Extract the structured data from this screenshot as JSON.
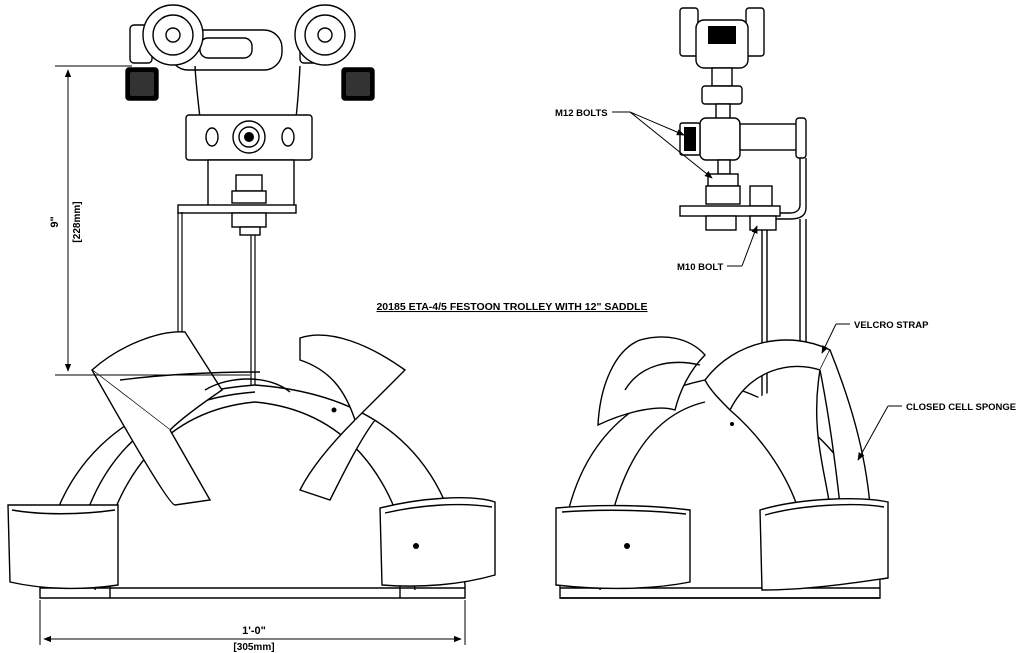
{
  "title": "20185 ETA-4/5 FESTOON TROLLEY WITH 12\" SADDLE",
  "dimensions": {
    "height_imperial": "9\"",
    "height_metric": "[228mm]",
    "width_imperial": "1'-0\"",
    "width_metric": "[305mm]"
  },
  "callouts": {
    "m12_bolts": "M12 BOLTS",
    "m10_bolt": "M10 BOLT",
    "velcro_strap": "VELCRO STRAP",
    "closed_cell_sponge": "CLOSED CELL SPONGE"
  }
}
